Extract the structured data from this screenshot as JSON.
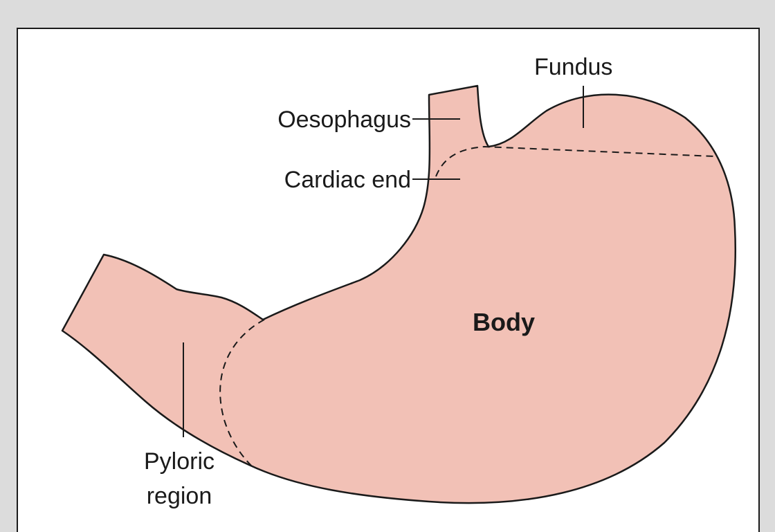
{
  "diagram": {
    "labels": {
      "fundus": "Fundus",
      "oesophagus": "Oesophagus",
      "cardiac_end": "Cardiac end",
      "body": "Body",
      "pyloric_line1": "Pyloric",
      "pyloric_line2": "region"
    },
    "colors": {
      "stomach_fill": "#f2c1b6",
      "outline": "#1a1a1a",
      "frame_background": "#ffffff",
      "page_background": "#dcdcdc"
    }
  }
}
